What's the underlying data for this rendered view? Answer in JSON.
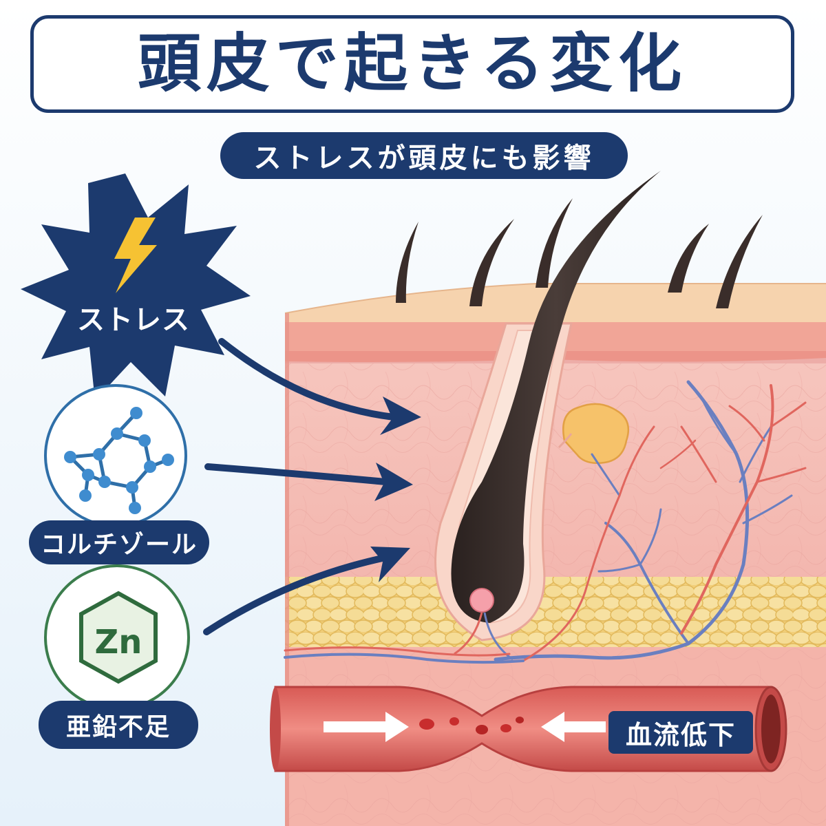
{
  "title": "頭皮で起きる変化",
  "subtitle": "ストレスが頭皮にも影響",
  "factors": {
    "stress": "ストレス",
    "cortisol": "コルチゾール",
    "zinc_symbol": "Zn",
    "zinc": "亜鉛不足"
  },
  "blood_flow_label": "血流低下",
  "colors": {
    "navy": "#1c3a6e",
    "lightning": "#f6c233",
    "cortisol_ring": "#2f6fa8",
    "zinc_ring": "#3b7d4c",
    "skin_pink": "#f4b9b3",
    "fat_yellow": "#f5d98a",
    "artery_red": "#e0665e",
    "vein_blue": "#6a7fc0"
  },
  "icons": [
    "lightning-icon",
    "molecule-icon",
    "zinc-hexagon-icon",
    "arrow-icon"
  ]
}
